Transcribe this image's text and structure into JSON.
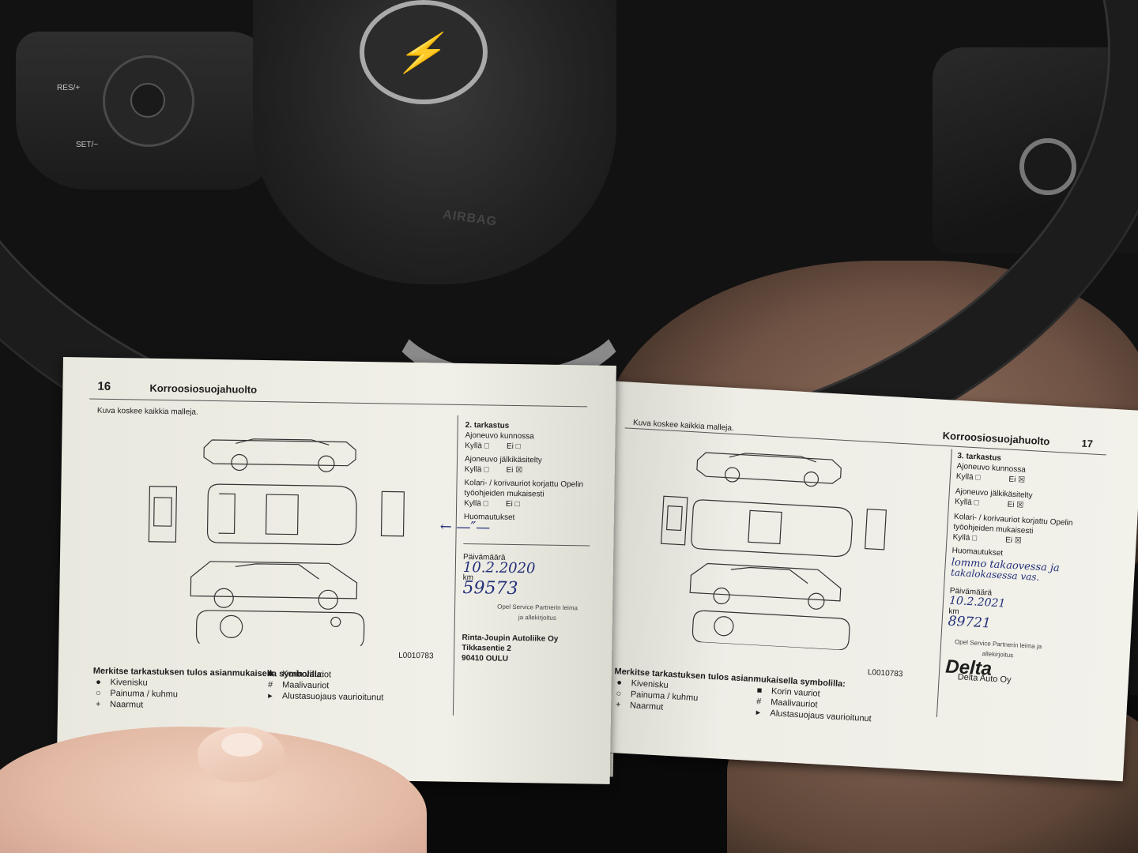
{
  "interior": {
    "airbag_text": "AIRBAG",
    "res_label": "RES/+",
    "set_label": "SET/−"
  },
  "left_page": {
    "page_number": "16",
    "title": "Korroosiosuojahuolto",
    "note": "Kuva koskee kaikkia malleja.",
    "diagram_code": "L0010783",
    "inspection": {
      "heading": "2. tarkastus",
      "vehicle_condition": "Ajoneuvo kunnossa",
      "yes": "Kyllä",
      "no": "Ei",
      "post_treated": "Ajoneuvo jälkikäsitelty",
      "collision": "Kolari- / korivauriot korjattu Opelin työohjeiden mukaisesti",
      "remarks": "Huomautukset",
      "date_label": "Päivämäärä",
      "km_label": "km",
      "stamp_label": "Opel Service Partnerin leima ja allekirjoitus"
    },
    "handwriting": {
      "remarks": "← —″—",
      "date": "10.2.2020",
      "km": "59573"
    },
    "stamp": {
      "line1": "Rinta-Joupin Autoliike Oy",
      "line2": "Tikkasentie 2",
      "line3": "90410 OULU"
    },
    "legend": {
      "title": "Merkitse tarkastuksen tulos asianmukaisella symbolilla:",
      "items_left": [
        "Kivenisku",
        "Painuma / kuhmu",
        "Naarmut"
      ],
      "items_right": [
        "Korin vauriot",
        "Maalivauriot",
        "Alustasuojaus vaurioitunut"
      ]
    }
  },
  "right_page": {
    "page_number": "17",
    "title": "Korroosiosuojahuolto",
    "note": "Kuva koskee kaikkia malleja.",
    "diagram_code": "L0010783",
    "inspection": {
      "heading": "3. tarkastus",
      "vehicle_condition": "Ajoneuvo kunnossa",
      "yes": "Kyllä",
      "no": "Ei",
      "post_treated": "Ajoneuvo jälkikäsitelty",
      "collision": "Kolari- / korivauriot korjattu Opelin työohjeiden mukaisesti",
      "remarks": "Huomautukset",
      "date_label": "Päivämäärä",
      "km_label": "km",
      "stamp_label": "Opel Service Partnerin leima ja allekirjoitus"
    },
    "handwriting": {
      "remarks_line1": "lommo takaovessa ja",
      "remarks_line2": "takalokasessa vas.",
      "date": "10.2.2021",
      "km": "89721"
    },
    "stamp": {
      "logo": "Delta",
      "company": "Delta Auto Oy"
    },
    "legend": {
      "title": "Merkitse tarkastuksen tulos asianmukaisella symbolilla:",
      "items_left": [
        "Kivenisku",
        "Painuma / kuhmu",
        "Naarmut"
      ],
      "items_right": [
        "Korin vauriot",
        "Maalivauriot",
        "Alustasuojaus vaurioitunut"
      ]
    }
  },
  "colors": {
    "page": "#efeee6",
    "ink": "#24307a"
  }
}
